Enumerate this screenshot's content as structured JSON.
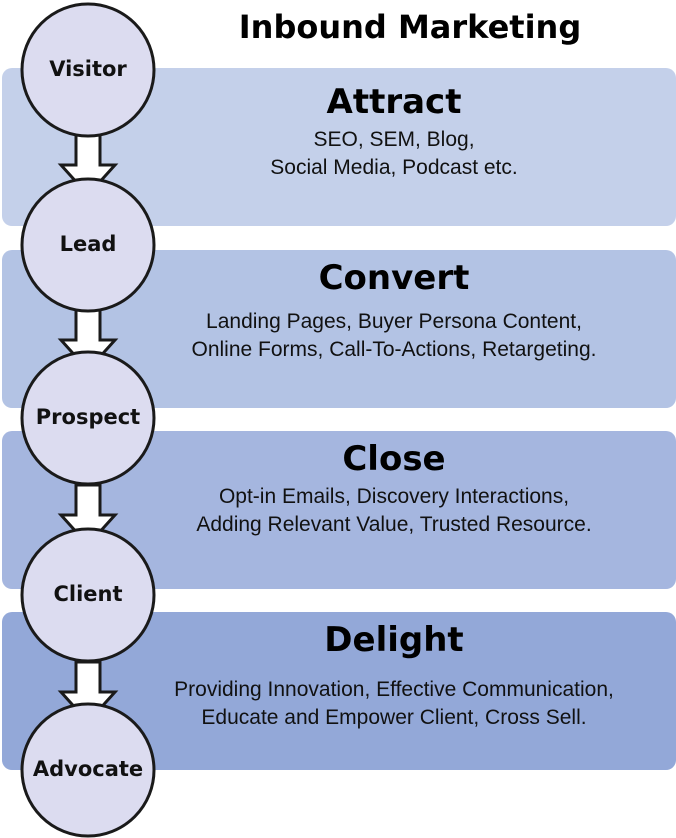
{
  "title": "Inbound Marketing",
  "colors": {
    "band_1": "#c4d0ea",
    "band_2": "#b3c3e4",
    "band_3": "#a5b6df",
    "band_4": "#93a8d8",
    "node_fill": "#dcdcf0",
    "node_stroke": "#1a1a1a",
    "arrow_fill": "#ffffff"
  },
  "stages": [
    {
      "heading": "Attract",
      "lines": [
        "SEO, SEM, Blog,",
        "Social Media, Podcast etc."
      ]
    },
    {
      "heading": "Convert",
      "lines": [
        "Landing Pages, Buyer Persona Content,",
        "Online Forms, Call-To-Actions, Retargeting."
      ]
    },
    {
      "heading": "Close",
      "lines": [
        "Opt-in Emails, Discovery Interactions,",
        "Adding Relevant Value, Trusted Resource."
      ]
    },
    {
      "heading": "Delight",
      "lines": [
        "Providing Innovation, Effective Communication,",
        "Educate and Empower Client, Cross Sell."
      ]
    }
  ],
  "nodes": [
    "Visitor",
    "Lead",
    "Prospect",
    "Client",
    "Advocate"
  ]
}
